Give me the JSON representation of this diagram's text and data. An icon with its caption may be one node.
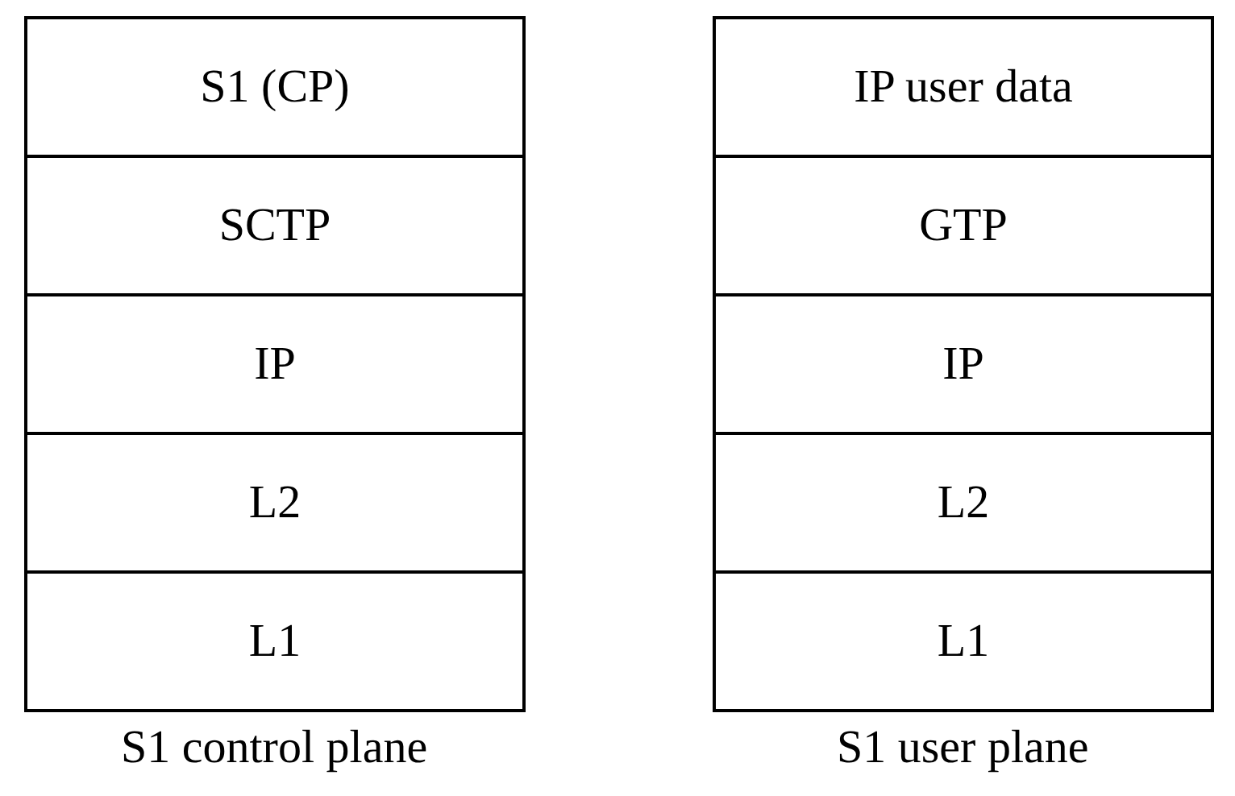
{
  "diagram": {
    "nodes": [
      {
        "text": [
          "S1 (CP)"
        ]
      },
      {
        "text": [
          "SCTP"
        ]
      },
      {
        "text": [
          "IP"
        ]
      },
      {
        "text": [
          "L2"
        ]
      },
      {
        "text": [
          "L1"
        ]
      },
      {
        "text": [
          "IP user data"
        ]
      },
      {
        "text": [
          "GTP"
        ]
      },
      {
        "text": [
          "IP"
        ]
      },
      {
        "text": [
          "L2"
        ]
      },
      {
        "text": [
          "L1"
        ]
      }
    ],
    "edges": [],
    "labels": [
      "S1 control plane",
      "S1 user plane"
    ]
  }
}
